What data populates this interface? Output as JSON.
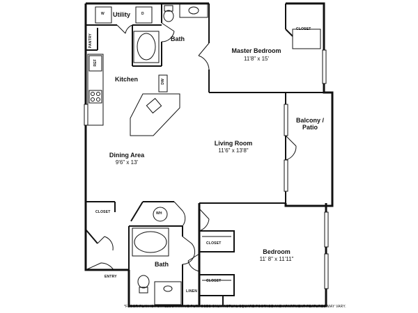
{
  "rooms": {
    "utility": {
      "name": "Utility"
    },
    "bath_top": {
      "name": "Bath"
    },
    "master": {
      "name": "Master Bedroom",
      "dim": "11'8\" x 15'"
    },
    "kitchen": {
      "name": "Kitchen"
    },
    "balcony": {
      "name": "Balcony /\nPatio"
    },
    "living": {
      "name": "Living Room",
      "dim": "11'6\" x 13'8\""
    },
    "dining": {
      "name": "Dining Area",
      "dim": "9'6\" x 13'"
    },
    "bedroom": {
      "name": "Bedroom",
      "dim": "11' 8\" x 11'11\""
    },
    "bath_bottom": {
      "name": "Bath"
    }
  },
  "small_labels": {
    "w": "W",
    "d": "D",
    "pantry": "PANTRY",
    "closet_master": "CLOSET",
    "ref": "REF",
    "dw": "DW",
    "closet_left": "CLOSET",
    "wh": "WH",
    "closet_bed_1": "CLOSET",
    "closet_bed_2": "CLOSET",
    "linen": "LINEN",
    "entry": "ENTRY"
  },
  "footnote": "*FLOOR PLAN IS FOR ILLUSTRATIVE PURPOSES ONLY.  ACTUAL SQUARE FOOTAGE AND APARTMENT FEATURES MAY VARY."
}
